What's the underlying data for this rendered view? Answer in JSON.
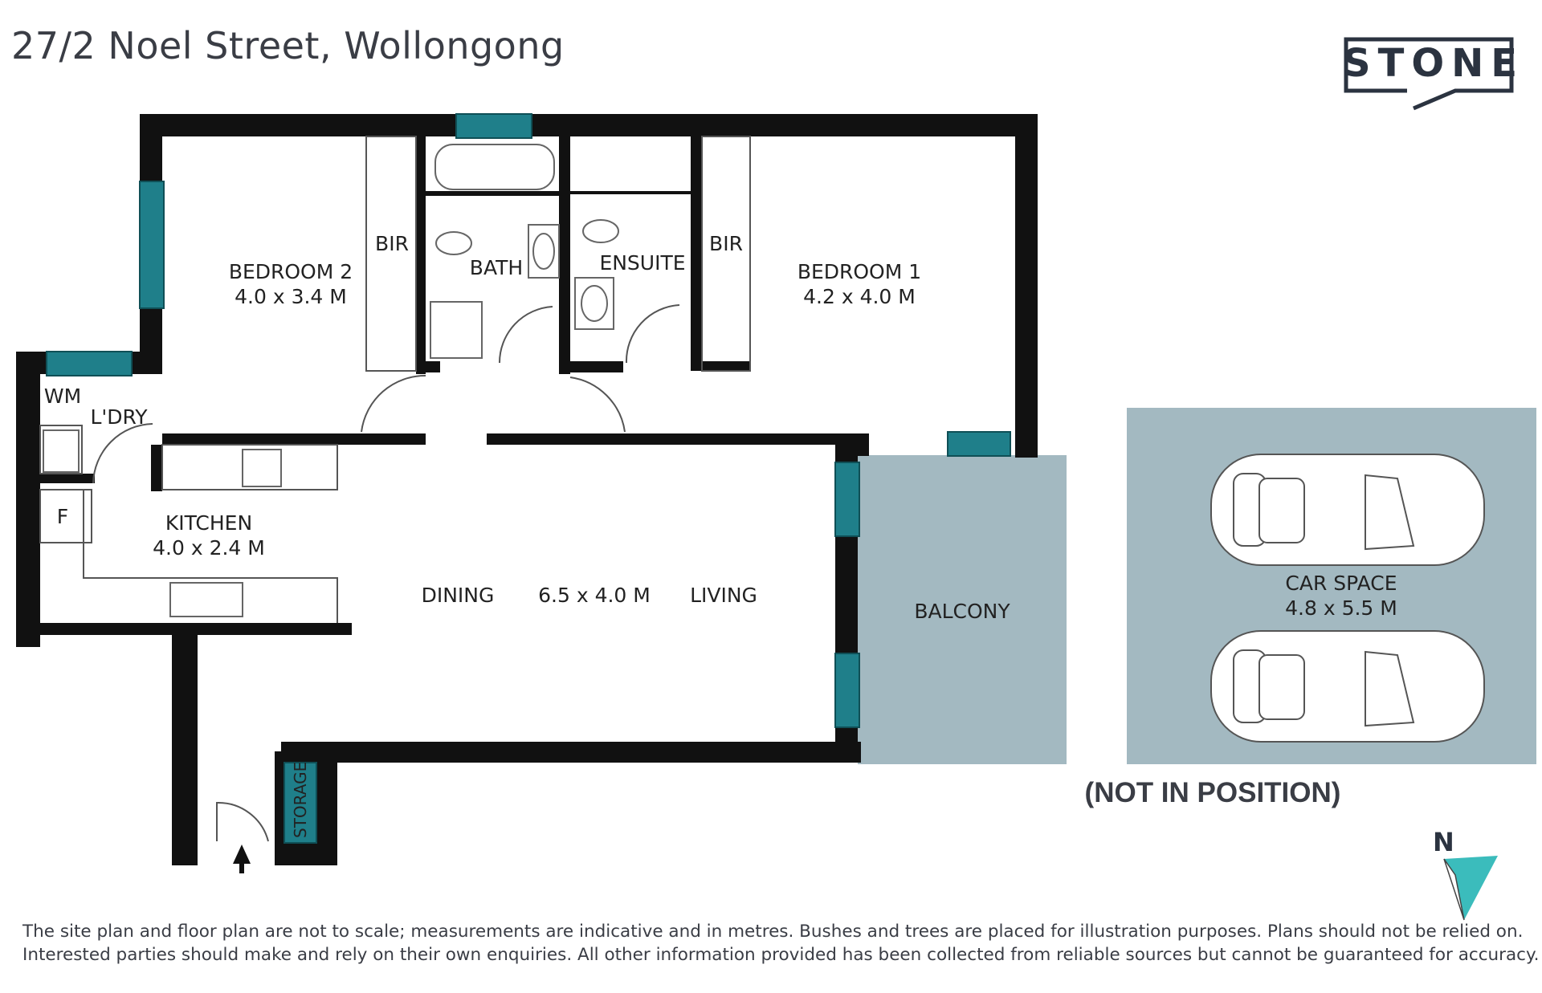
{
  "title": "27/2 Noel Street, Wollongong",
  "logo": {
    "text": "STONE"
  },
  "rooms": {
    "bedroom2": {
      "name": "BEDROOM 2",
      "size": "4.0 x 3.4 M"
    },
    "bedroom1": {
      "name": "BEDROOM 1",
      "size": "4.2 x 4.0 M"
    },
    "bir_left": "BIR",
    "bir_right": "BIR",
    "bath": "BATH",
    "ensuite": "ENSUITE",
    "wm": "WM",
    "laundry": "L'DRY",
    "fridge": "F",
    "kitchen": {
      "name": "KITCHEN",
      "size": "4.0 x 2.4 M"
    },
    "dining": "DINING",
    "living_size": "6.5 x 4.0 M",
    "living": "LIVING",
    "balcony": "BALCONY",
    "storage": "STORAGE",
    "car_space": {
      "name": "CAR SPACE",
      "size": "4.8 x 5.5 M"
    }
  },
  "not_in_position": "(NOT IN POSITION)",
  "north": "N",
  "disclaimer": [
    "The site plan and floor plan are not to scale; measurements are indicative and in metres. Bushes and trees are placed for illustration purposes. Plans should not be relied on.",
    "Interested parties should make and rely on their own enquiries. All other information provided has been collected from reliable sources but cannot be guaranteed for accuracy."
  ],
  "colors": {
    "wall": "#111111",
    "window": "#1f7f8a",
    "balcony": "#a3b9c1",
    "car_space": "#a3b9c1",
    "north_accent": "#3bbcbc"
  }
}
